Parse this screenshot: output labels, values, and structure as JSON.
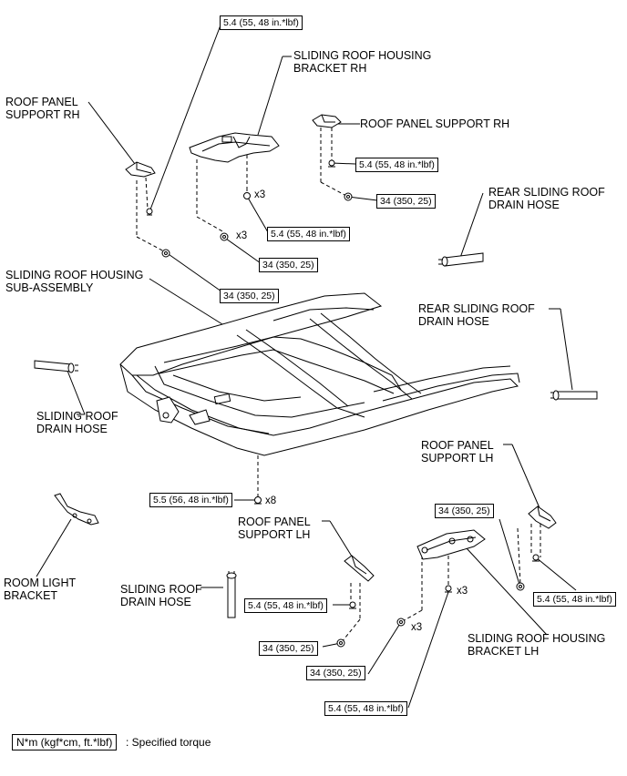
{
  "labels": {
    "roof_panel_support_rh_left": "ROOF PANEL\nSUPPORT RH",
    "sliding_roof_housing_bracket_rh": "SLIDING ROOF HOUSING\nBRACKET RH",
    "roof_panel_support_rh_right": "ROOF PANEL SUPPORT RH",
    "rear_sliding_roof_drain_hose_top": "REAR SLIDING ROOF\nDRAIN HOSE",
    "sliding_roof_housing_sub_assembly": "SLIDING ROOF HOUSING\nSUB-ASSEMBLY",
    "rear_sliding_roof_drain_hose_mid": "REAR SLIDING ROOF\nDRAIN HOSE",
    "sliding_roof_drain_hose_left": "SLIDING ROOF\nDRAIN HOSE",
    "roof_panel_support_lh_right": "ROOF PANEL\nSUPPORT LH",
    "roof_panel_support_lh_mid": "ROOF PANEL\nSUPPORT LH",
    "room_light_bracket": "ROOM LIGHT\nBRACKET",
    "sliding_roof_drain_hose_bottom": "SLIDING ROOF\nDRAIN HOSE",
    "sliding_roof_housing_bracket_lh": "SLIDING ROOF HOUSING\nBRACKET LH"
  },
  "torques": {
    "t1": "5.4 (55, 48 in.*lbf)",
    "t2": "5.4 (55, 48 in.*lbf)",
    "t3": "34 (350, 25)",
    "t4": "5.4 (55, 48 in.*lbf)",
    "t5": "34 (350, 25)",
    "t6": "34 (350, 25)",
    "t7": "5.5 (56, 48 in.*lbf)",
    "t8": "34 (350, 25)",
    "t9": "5.4 (55, 48 in.*lbf)",
    "t10": "5.4 (55, 48 in.*lbf)",
    "t11": "34 (350, 25)",
    "t12": "34 (350, 25)",
    "t13": "5.4 (55, 48 in.*lbf)"
  },
  "quantities": {
    "q1": "x3",
    "q2": "x3",
    "q3": "x8",
    "q4": "x3",
    "q5": "x3"
  },
  "legend": {
    "unit": "N*m (kgf*cm, ft.*lbf)",
    "text": ": Specified torque"
  }
}
